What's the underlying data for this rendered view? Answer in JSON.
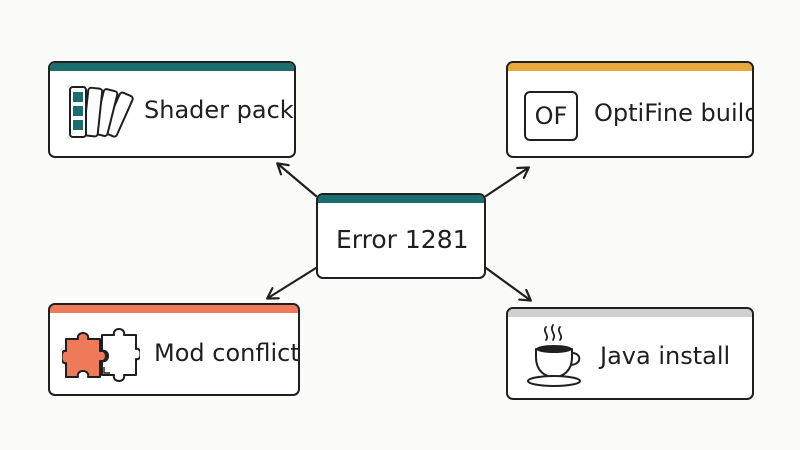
{
  "center": {
    "label": "Error 1281",
    "accent": "#1a6e6e"
  },
  "nodes": [
    {
      "id": "shader",
      "label": "Shader pack",
      "accent": "#1a6e6e",
      "icon": "color-swatch-icon"
    },
    {
      "id": "optifine",
      "label": "OptiFine build",
      "accent": "#e6a93a",
      "icon": "optifine-logo-icon",
      "icon_text": "OF"
    },
    {
      "id": "mod",
      "label": "Mod conflict",
      "accent": "#ef7a5a",
      "icon": "puzzle-pieces-icon"
    },
    {
      "id": "java",
      "label": "Java install",
      "accent": "#d0d0d0",
      "icon": "coffee-cup-icon"
    }
  ],
  "colors": {
    "ink": "#1f1f1f",
    "teal": "#1a6e6e",
    "coral": "#ef7a5a"
  }
}
